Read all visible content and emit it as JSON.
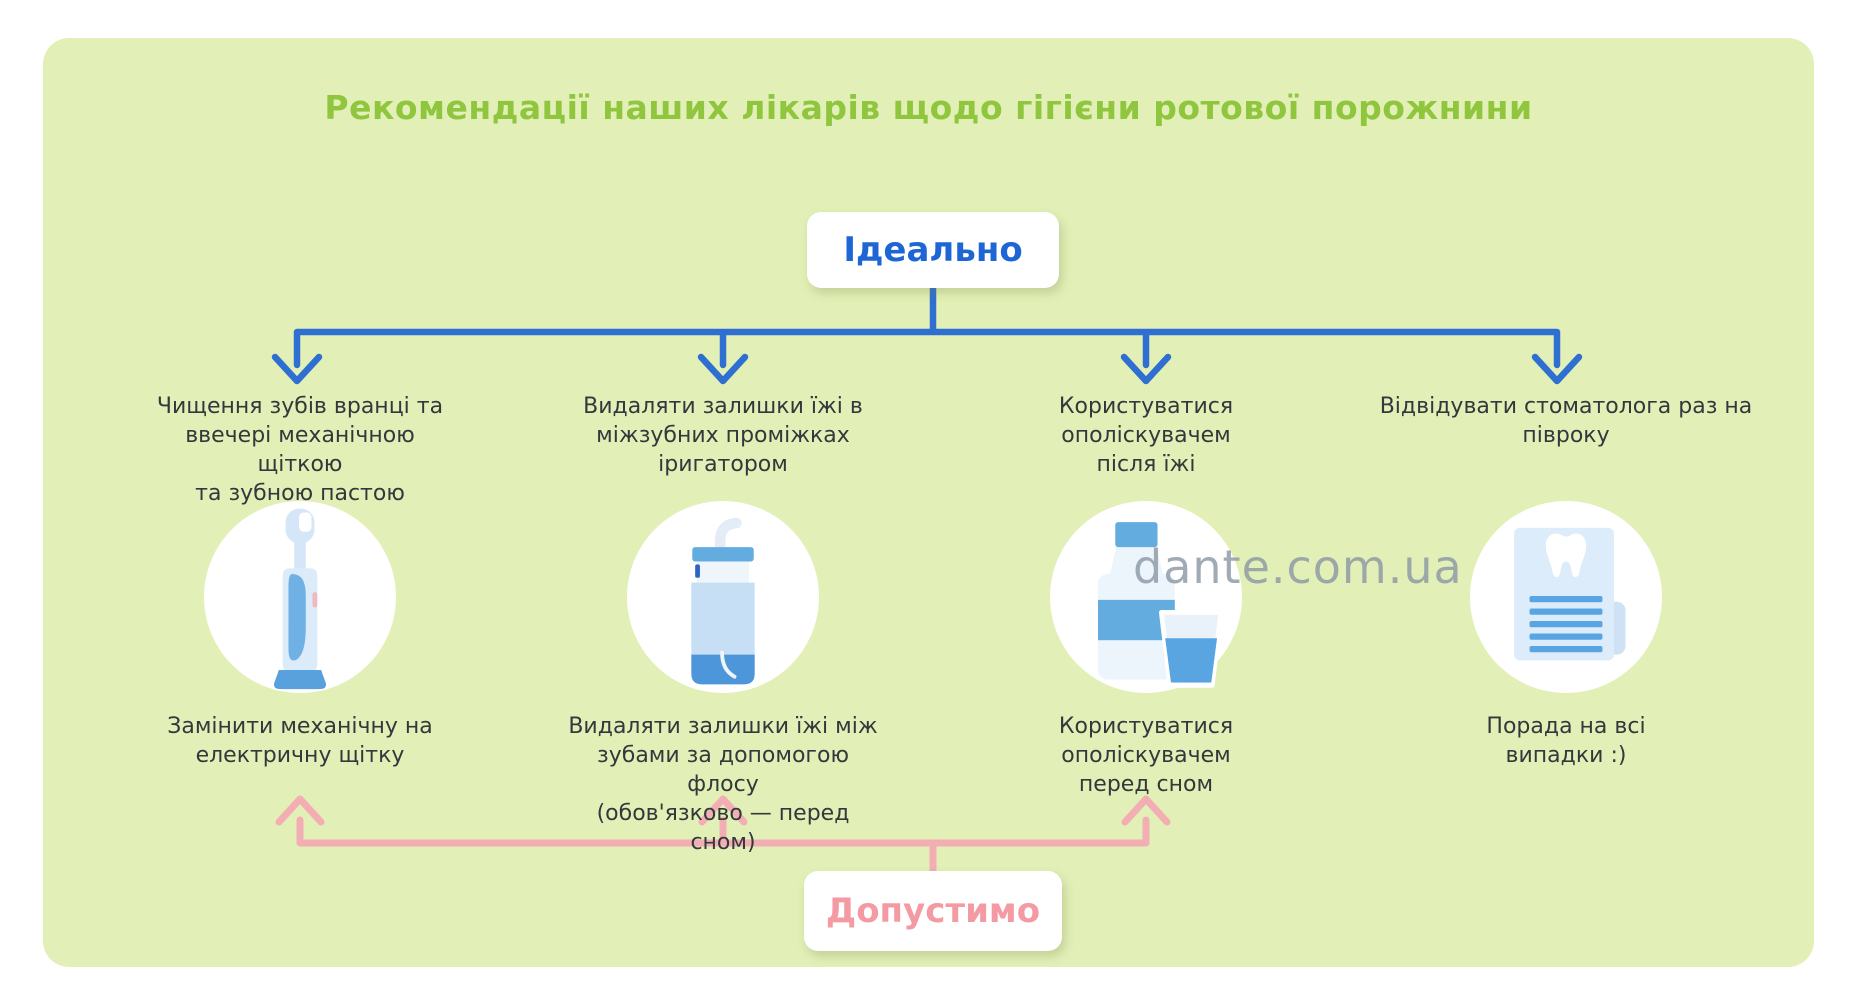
{
  "title": "Рекомендації наших лікарів щодо гігієни ротової порожнини",
  "watermark": "dante.com.ua",
  "nodes": {
    "ideal_label": "Ідеально",
    "acceptable_label": "Допустимо"
  },
  "columns": [
    {
      "top": "Чищення зубів вранці та\nввечері механічною щіткою\nта зубною пастою",
      "icon": "electric-toothbrush-icon",
      "bottom": "Замінити механічну на\nелектричну щітку"
    },
    {
      "top": "Видаляти залишки їжі в\nміжзубних проміжках\nіригатором",
      "icon": "irrigator-icon",
      "bottom": "Видаляти залишки їжі між\nзубами за допомогою флосу\n(обов'язково — перед сном)"
    },
    {
      "top": "Користуватися\nополіскувачем\nпісля їжі",
      "icon": "mouthwash-icon",
      "bottom": "Користуватися\nополіскувачем\nперед сном"
    },
    {
      "top": "Відвідувати стоматолога раз на\nпівроку",
      "icon": "dental-advice-icon",
      "bottom": "Порада на всі\nвипадки :)"
    }
  ],
  "colors": {
    "panel_bg": "#e2f0b7",
    "title_green": "#8fc63e",
    "ideal_text": "#1e66d3",
    "blue_line": "#2e6fd1",
    "acceptable_text": "#f49aa3",
    "pink_line": "#f3aeb4",
    "body_text": "#33383d",
    "watermark_gray": "#8a97a4"
  }
}
